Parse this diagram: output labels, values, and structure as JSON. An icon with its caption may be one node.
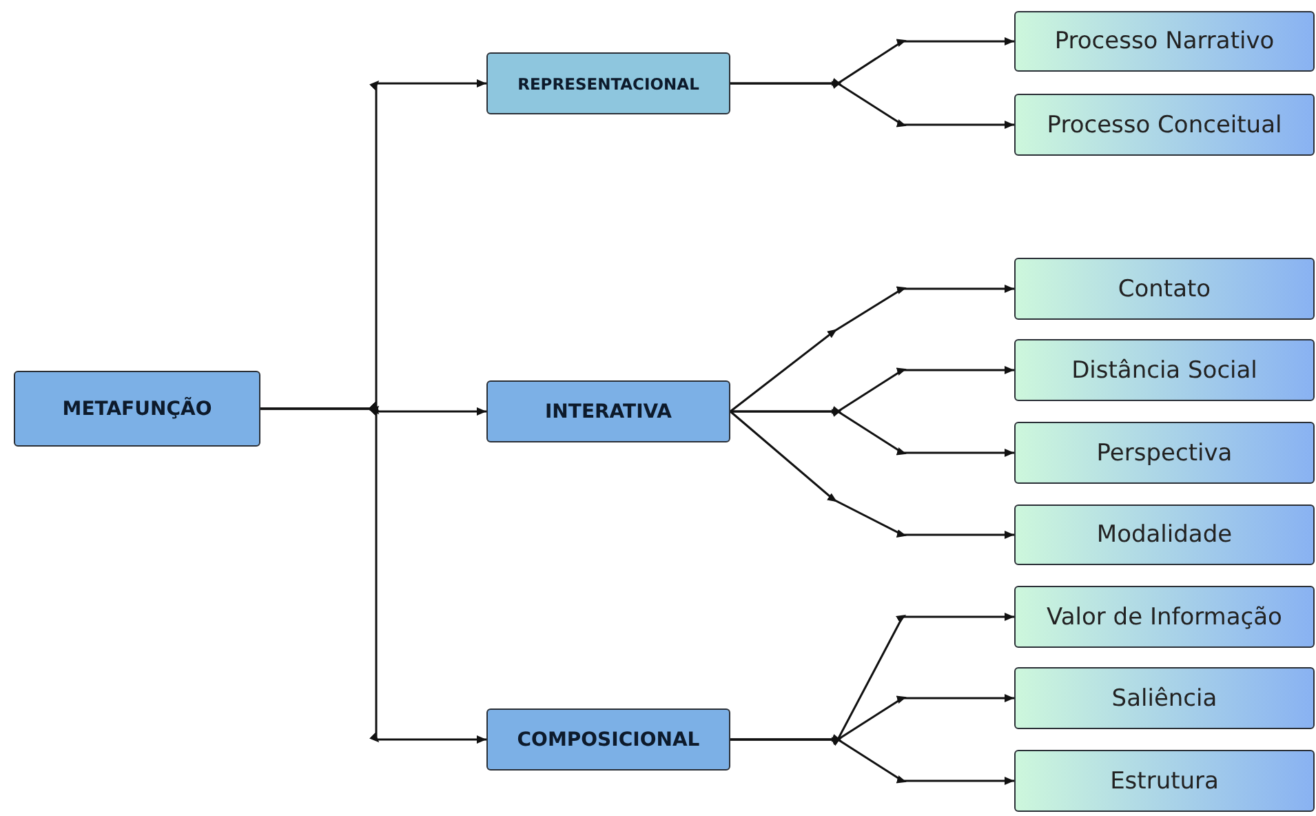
{
  "diagram": {
    "nodes": [
      {
        "text": [
          "METAFUNÇÃO"
        ]
      },
      {
        "text": [
          "REPRESENTACIONAL"
        ]
      },
      {
        "text": [
          "INTERATIVA"
        ]
      },
      {
        "text": [
          "COMPOSICIONAL"
        ]
      },
      {
        "text": [
          "Processo Narrativo"
        ]
      },
      {
        "text": [
          "Processo Conceitual"
        ]
      },
      {
        "text": [
          "Contato"
        ]
      },
      {
        "text": [
          "Distância Social"
        ]
      },
      {
        "text": [
          "Perspectiva"
        ]
      },
      {
        "text": [
          "Modalidade"
        ]
      },
      {
        "text": [
          "Valor de Informação"
        ]
      },
      {
        "text": [
          "Saliência"
        ]
      },
      {
        "text": [
          "Estrutura"
        ]
      }
    ],
    "edges": [
      {
        "from": 0,
        "to": 1,
        "arrow": "to"
      },
      {
        "from": 0,
        "to": 2,
        "arrow": "to"
      },
      {
        "from": 0,
        "to": 3,
        "arrow": "to"
      },
      {
        "from": 1,
        "to": 4,
        "arrow": "to"
      },
      {
        "from": 1,
        "to": 5,
        "arrow": "to"
      },
      {
        "from": 2,
        "to": 6,
        "arrow": "to"
      },
      {
        "from": 2,
        "to": 7,
        "arrow": "to"
      },
      {
        "from": 2,
        "to": 8,
        "arrow": "to"
      },
      {
        "from": 2,
        "to": 9,
        "arrow": "to"
      },
      {
        "from": 3,
        "to": 10,
        "arrow": "to"
      },
      {
        "from": 3,
        "to": 11,
        "arrow": "to"
      },
      {
        "from": 3,
        "to": 12,
        "arrow": "to"
      }
    ]
  }
}
